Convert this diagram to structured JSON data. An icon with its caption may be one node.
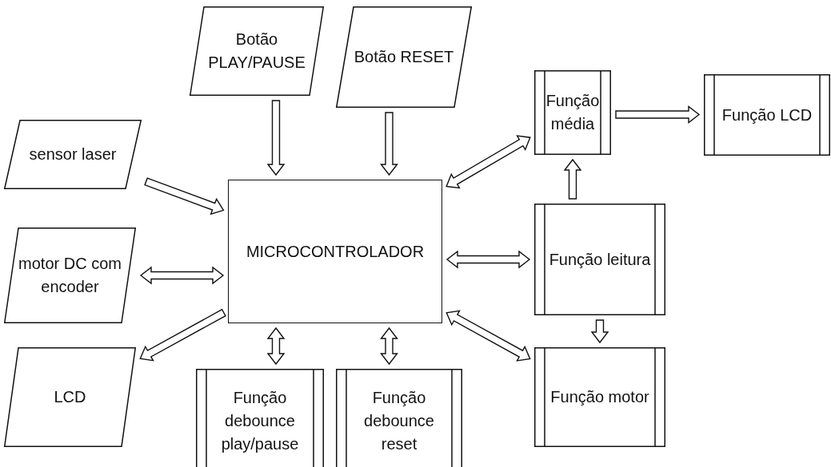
{
  "diagram": {
    "nodes": [
      {
        "text": [
          "Botão PLAY/PAUSE"
        ]
      },
      {
        "text": [
          "Botão RESET"
        ]
      },
      {
        "text": [
          "Função média"
        ]
      },
      {
        "text": [
          "Função LCD"
        ]
      },
      {
        "text": [
          "sensor laser"
        ]
      },
      {
        "text": [
          "MICROCONTROLADOR"
        ]
      },
      {
        "text": [
          "Função leitura"
        ]
      },
      {
        "text": [
          "motor DC com encoder"
        ]
      },
      {
        "text": [
          "LCD"
        ]
      },
      {
        "text": [
          "Função motor"
        ]
      },
      {
        "text": [
          "Função debounce play/pause"
        ]
      },
      {
        "text": [
          "Função debounce reset"
        ]
      }
    ],
    "edges": [
      {
        "from": 0,
        "to": 5,
        "arrow": "to"
      },
      {
        "from": 1,
        "to": 5,
        "arrow": "to"
      },
      {
        "from": 4,
        "to": 5,
        "arrow": "to"
      },
      {
        "from": 7,
        "to": 5,
        "arrow": "both"
      },
      {
        "from": 5,
        "to": 8,
        "arrow": "to"
      },
      {
        "from": 5,
        "to": 10,
        "arrow": "both"
      },
      {
        "from": 5,
        "to": 11,
        "arrow": "both"
      },
      {
        "from": 5,
        "to": 2,
        "arrow": "both"
      },
      {
        "from": 5,
        "to": 6,
        "arrow": "both"
      },
      {
        "from": 5,
        "to": 9,
        "arrow": "both"
      },
      {
        "from": 2,
        "to": 3,
        "arrow": "to"
      },
      {
        "from": 6,
        "to": 2,
        "arrow": "to"
      },
      {
        "from": 6,
        "to": 9,
        "arrow": "to"
      }
    ]
  }
}
